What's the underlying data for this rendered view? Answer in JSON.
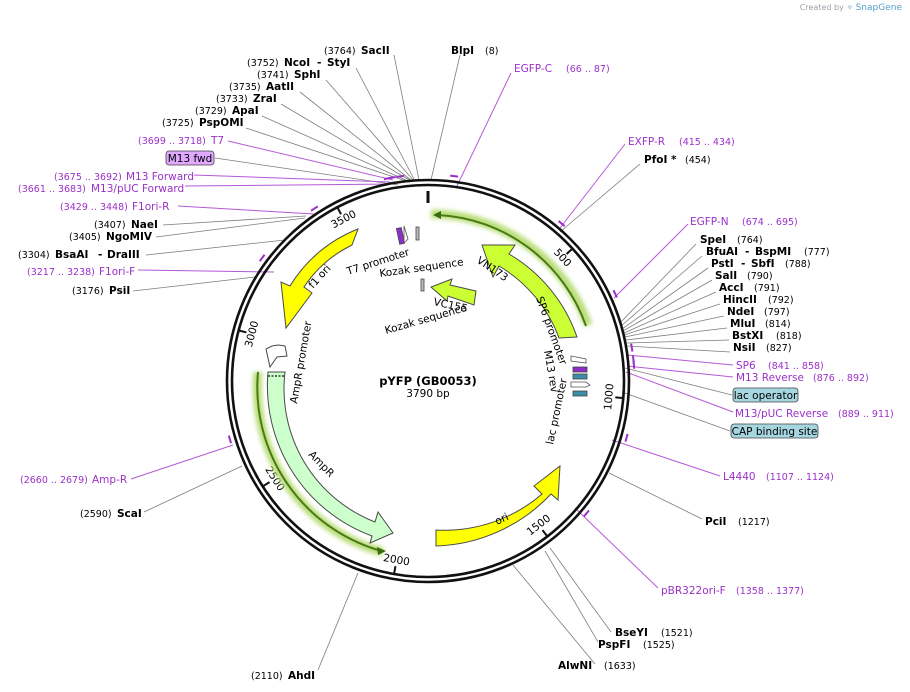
{
  "header": {
    "credit_prefix": "Created by",
    "brand": "SnapGene"
  },
  "plasmid": {
    "name": "pYFP (GB0053)",
    "size_label": "3790 bp",
    "length": 3790
  },
  "colors": {
    "backbone": "#111111",
    "primer_label": "#9b30c8",
    "feature_yellow": "#ffff00",
    "feature_green": "#ccffcc",
    "feature_lime": "#ccff33",
    "glow": "#c8e68c",
    "badge_teal": "#a6d6df",
    "badge_purple": "#e0a8ff"
  },
  "enzymes": [
    {
      "name": "SacII",
      "pos": "(3764)"
    },
    {
      "name": "BlpI",
      "pos": "(8)"
    },
    {
      "name": "NcoI",
      "pos": "(3752)",
      "name2": "StyI"
    },
    {
      "name": "SphI",
      "pos": "(3741)"
    },
    {
      "name": "AatII",
      "pos": "(3735)"
    },
    {
      "name": "ZraI",
      "pos": "(3733)"
    },
    {
      "name": "ApaI",
      "pos": "(3729)"
    },
    {
      "name": "PspOMI",
      "pos": "(3725)"
    },
    {
      "name": "PfoI *",
      "pos": "(454)"
    },
    {
      "name": "SpeI",
      "pos": "(764)"
    },
    {
      "name": "BfuAI",
      "pos": "(777)",
      "name2": "BspMI"
    },
    {
      "name": "PstI",
      "pos": "(788)",
      "name2": "SbfI"
    },
    {
      "name": "SalI",
      "pos": "(790)"
    },
    {
      "name": "AccI",
      "pos": "(791)"
    },
    {
      "name": "HincII",
      "pos": "(792)"
    },
    {
      "name": "NdeI",
      "pos": "(797)"
    },
    {
      "name": "MluI",
      "pos": "(814)"
    },
    {
      "name": "BstXI",
      "pos": "(818)"
    },
    {
      "name": "NsiI",
      "pos": "(827)"
    },
    {
      "name": "NaeI",
      "pos": "(3407)"
    },
    {
      "name": "NgoMIV",
      "pos": "(3405)"
    },
    {
      "name": "BsaAI",
      "pos": "(3304)",
      "name2": "DraIII"
    },
    {
      "name": "PsiI",
      "pos": "(3176)"
    },
    {
      "name": "ScaI",
      "pos": "(2590)"
    },
    {
      "name": "AhdI",
      "pos": "(2110)"
    },
    {
      "name": "AlwNI",
      "pos": "(1633)"
    },
    {
      "name": "BseYI",
      "pos": "(1521)"
    },
    {
      "name": "PspFI",
      "pos": "(1525)"
    },
    {
      "name": "PciI",
      "pos": "(1217)"
    }
  ],
  "primers": [
    {
      "name": "EGFP-C",
      "pos": "(66 .. 87)"
    },
    {
      "name": "EXFP-R",
      "pos": "(415 .. 434)"
    },
    {
      "name": "EGFP-N",
      "pos": "(674 .. 695)"
    },
    {
      "name": "T7",
      "pos": "(3699 .. 3718)"
    },
    {
      "name": "M13 Forward",
      "pos": "(3675 .. 3692)"
    },
    {
      "name": "M13/pUC Forward",
      "pos": "(3661 .. 3683)"
    },
    {
      "name": "F1ori-R",
      "pos": "(3429 .. 3448)"
    },
    {
      "name": "F1ori-F",
      "pos": "(3217 .. 3238)"
    },
    {
      "name": "SP6",
      "pos": "(841 .. 858)"
    },
    {
      "name": "M13 Reverse",
      "pos": "(876 .. 892)"
    },
    {
      "name": "M13/pUC Reverse",
      "pos": "(889 .. 911)"
    },
    {
      "name": "L4440",
      "pos": "(1107 .. 1124)"
    },
    {
      "name": "pBR322ori-F",
      "pos": "(1358 .. 1377)"
    },
    {
      "name": "Amp-R",
      "pos": "(2660 .. 2679)"
    }
  ],
  "badges": {
    "m13_fwd": "M13 fwd",
    "lac_operator": "lac operator",
    "cap_site": "CAP binding site"
  },
  "features": {
    "vn173": "VN173",
    "vc155": "VC155",
    "kozak_1": "Kozak sequence",
    "kozak_2": "Kozak sequence",
    "t7_promoter": "T7 promoter",
    "sp6_promoter": "SP6 promoter",
    "m13_rev": "M13 rev",
    "lac_promoter": "lac promoter",
    "ori": "ori",
    "ampr": "AmpR",
    "ampr_promoter": "AmpR promoter",
    "f1_ori": "f1 ori"
  },
  "ticks": [
    {
      "label": "500",
      "bp": 500
    },
    {
      "label": "1000",
      "bp": 1000
    },
    {
      "label": "1500",
      "bp": 1500
    },
    {
      "label": "2000",
      "bp": 2000
    },
    {
      "label": "2500",
      "bp": 2500
    },
    {
      "label": "3000",
      "bp": 3000
    },
    {
      "label": "3500",
      "bp": 3500
    }
  ]
}
